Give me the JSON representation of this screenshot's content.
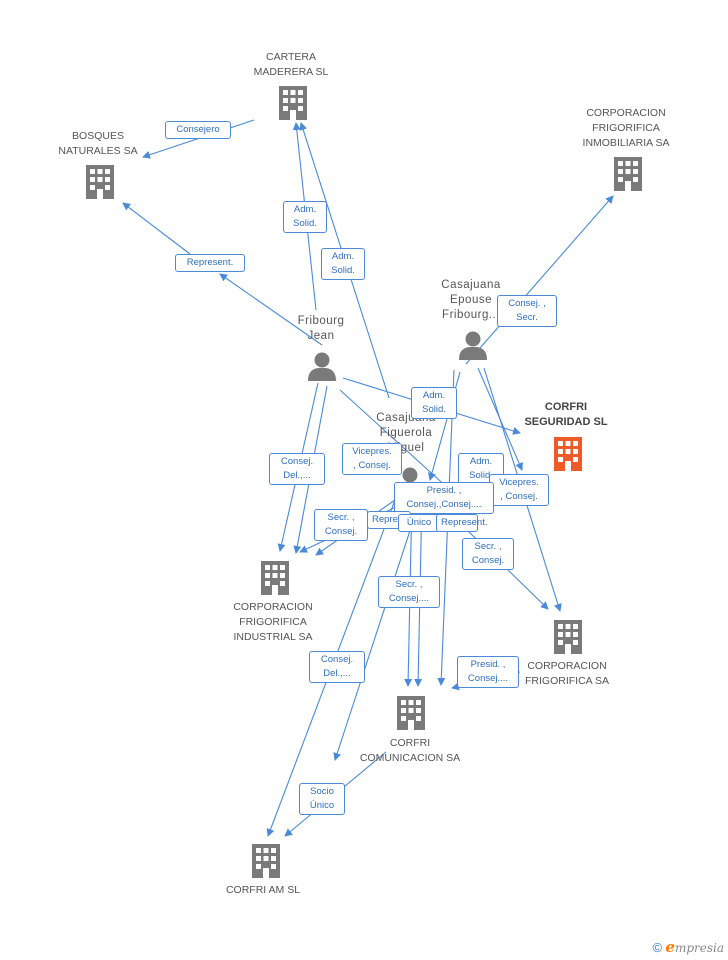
{
  "colors": {
    "edge": "#4a8ad8",
    "building": "#7a7a7a",
    "focus_building": "#f05a28",
    "person": "#7a7a7a"
  },
  "nodes": [
    {
      "id": "cartera",
      "kind": "company",
      "label": "CARTERA\nMADERERA SL"
    },
    {
      "id": "bosques",
      "kind": "company",
      "label": "BOSQUES\nNATURALES SA"
    },
    {
      "id": "corp_inmob",
      "kind": "company",
      "label": "CORPORACION\nFRIGORIFICA\nINMOBILIARIA SA"
    },
    {
      "id": "corfri_seg",
      "kind": "company-focus",
      "label": "CORFRI\nSEGURIDAD SL"
    },
    {
      "id": "fribourg",
      "kind": "person",
      "label": "Fribourg\nJean"
    },
    {
      "id": "casajuana_ep",
      "kind": "person",
      "label": "Casajuana\nEpouse\nFribourg..."
    },
    {
      "id": "casajuana_fig",
      "kind": "person",
      "label": "Casajuana\nFiguerola\nMiguel"
    },
    {
      "id": "corp_ind",
      "kind": "company",
      "label": "CORPORACION\nFRIGORIFICA\nINDUSTRIAL SA"
    },
    {
      "id": "corp_frig",
      "kind": "company",
      "label": "CORPORACION\nFRIGORIFICA SA"
    },
    {
      "id": "corfri_com",
      "kind": "company",
      "label": "CORFRI\nCOMUNICACION SA"
    },
    {
      "id": "corfri_am",
      "kind": "company",
      "label": "CORFRI AM SL"
    }
  ],
  "edge_labels": [
    "Consejero",
    "Adm.\nSolid.",
    "Adm.\nSolid.",
    "Represent.",
    "Consej. ,\nSecr.",
    "Adm.\nSolid.",
    "Consej.\nDel.,...",
    "Vicepres.\n, Consej.",
    "Adm.\nSolid.",
    "Vicepres.\n, Consej.",
    "Presid. ,\nConsej.,Consej....",
    "Represent.",
    "Único",
    "Secr. ,\nConsej.",
    "Represent.",
    "Secr. ,\nConsej.",
    "Secr. ,\nConsej....",
    "Consej.\nDel.,...",
    "Presid. ,\nConsej....",
    "Socio\nÚnico"
  ],
  "footer": {
    "copyright": "©",
    "brand_initial": "e",
    "brand_rest": "mpresia"
  }
}
